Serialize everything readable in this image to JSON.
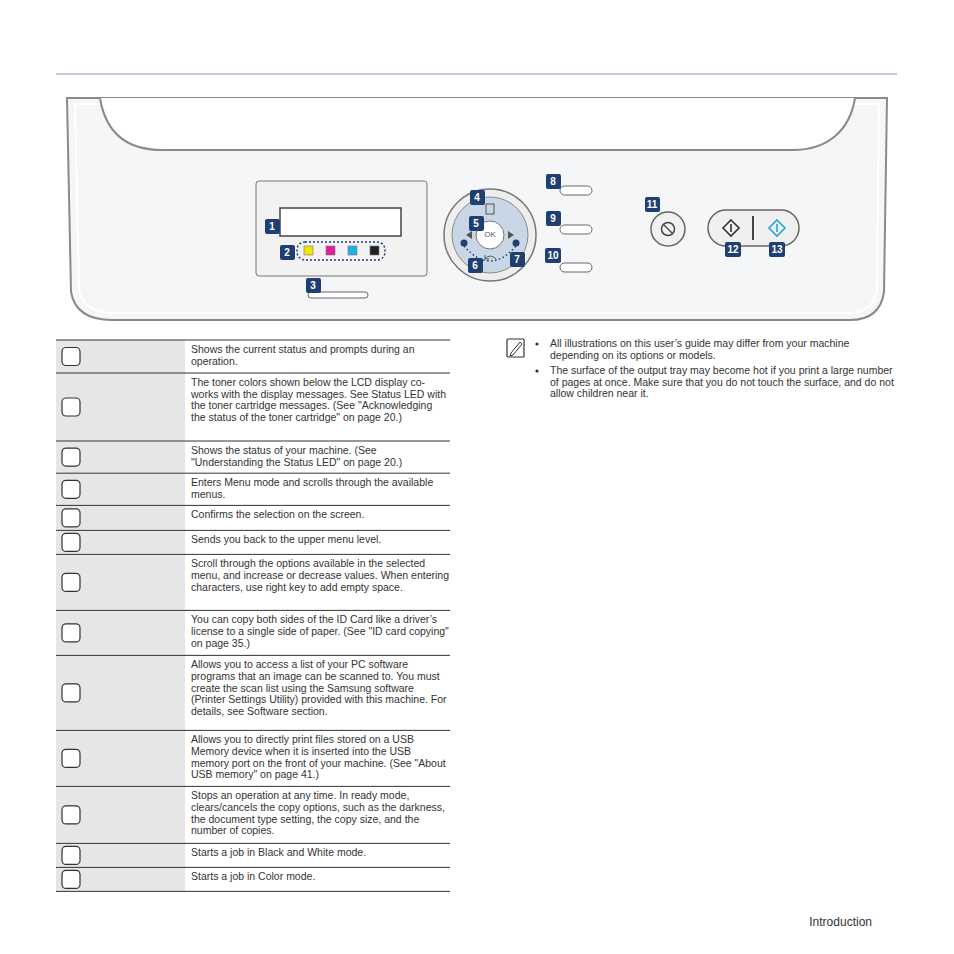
{
  "diagram": {
    "labels": [
      "1",
      "2",
      "3",
      "4",
      "5",
      "6",
      "7",
      "8",
      "9",
      "10",
      "11",
      "12",
      "13",
      "OK",
      "Shows the current status and prompts during an operation.",
      "The toner colors shown below the LCD display co-works with the display messages. See Status LED with the toner cartridge messages. (See \"Acknowledging the status of the toner cartridge\" on page 20.)",
      "Shows the status of your machine. (See \"Understanding the Status LED\" on page 20.)",
      "Enters Menu mode and scrolls through the available menus.",
      "Confirms the selection on the screen.",
      "Sends you back to the upper menu level.",
      "Scroll through the options available in the selected menu, and increase or decrease values. When entering characters, use right key to add empty space.",
      "You can copy both sides of the ID Card like a driver’s license to a single side of paper. (See \"ID card copying\" on page 35.)",
      "Allows you to access a list of your PC software programs that an image can be scanned to. You must create the scan list using the Samsung software (Printer Settings Utility) provided with this machine. For details, see Software section.",
      "Allows you to directly print files stored on a USB Memory device when it is inserted into the USB memory port on the front of your machine. (See \"About USB memory\" on page 41.)",
      "Stops an operation at any time. In ready mode, clears/cancels the copy options, such as the darkness, the document type setting, the copy size, and the number of copies.",
      "Starts a job in Black and White mode.",
      "Starts a job in Color mode.",
      "All illustrations on this user’s guide may differ from your machine depending on its options or models.",
      "The surface of the output tray may become hot if you print a large number of pages at once. Make sure that you do not touch the surface, and do not allow children near it.",
      "Introduction"
    ]
  }
}
